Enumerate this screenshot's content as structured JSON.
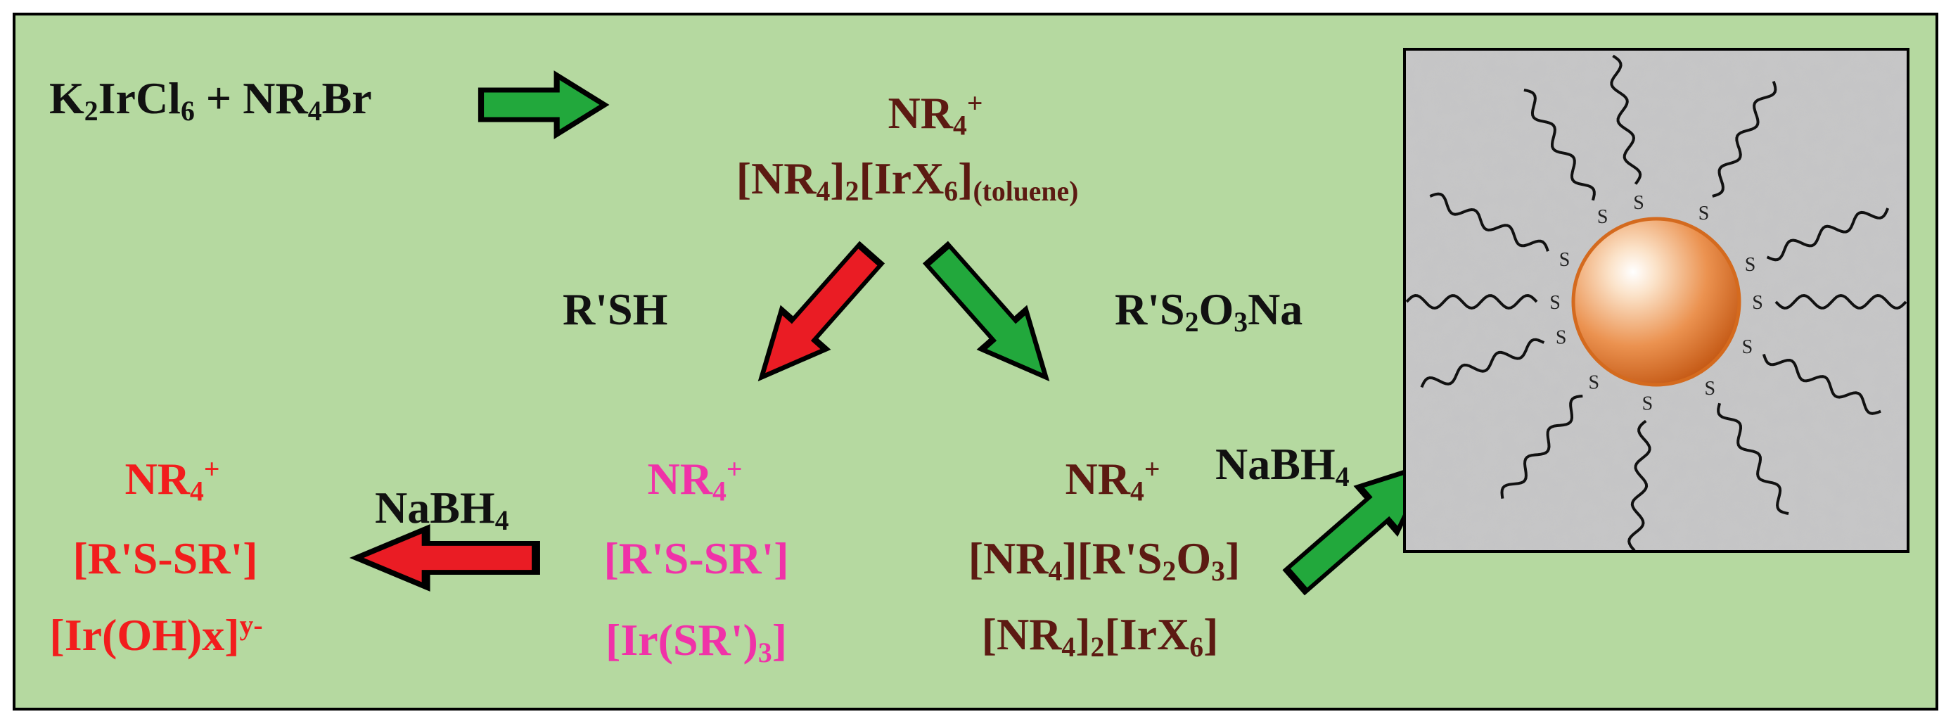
{
  "colors": {
    "background": "#b5d9a0",
    "arrow_green": "#22a83c",
    "arrow_red": "#ea1c24",
    "text_dark": "#111111",
    "text_brown": "#5c1a12",
    "text_red": "#f21d1d",
    "text_magenta": "#f032a8",
    "nanoparticle": "#e8812f"
  },
  "reactants": {
    "k2": "K",
    "k2_sub": "2",
    "ir": "IrCl",
    "cl_sub": "6",
    "plus_nr": " + NR",
    "nr_sub": "4",
    "br": "Br"
  },
  "intermediate": {
    "cation": "NR",
    "cation_sub": "4",
    "cation_sup": "+",
    "salt_a": "[NR",
    "salt_a_sub": "4",
    "salt_b": "]",
    "salt_b_sub": "2",
    "salt_c": "[IrX",
    "salt_c_sub": "6",
    "salt_d": "]",
    "phase_sub": "(toluene)"
  },
  "reagents": {
    "thiol": "R'SH",
    "thiosulfate_a": "R'S",
    "thiosulfate_sub1": "2",
    "thiosulfate_b": "O",
    "thiosulfate_sub2": "3",
    "thiosulfate_c": "Na",
    "reductant": "NaBH",
    "reductant_sub": "4"
  },
  "thiol_product": {
    "cation": "NR",
    "cation_sub": "4",
    "cation_sup": "+",
    "disulfide": "[R'S-SR']",
    "complex_a": "[Ir(SR')",
    "complex_sub": "3",
    "complex_b": "]"
  },
  "thiosulfate_product": {
    "cation": "NR",
    "cation_sub": "4",
    "cation_sup": "+",
    "line2_a": "[NR",
    "line2_sub1": "4",
    "line2_b": "][R'S",
    "line2_sub2": "2",
    "line2_c": "O",
    "line2_sub3": "3",
    "line2_d": "]",
    "line3_a": "[NR",
    "line3_sub1": "4",
    "line3_b": "]",
    "line3_sub2": "2",
    "line3_c": "[IrX",
    "line3_sub3": "6",
    "line3_d": "]"
  },
  "side_product": {
    "cation": "NR",
    "cation_sub": "4",
    "cation_sup": "+",
    "disulfide": "[R'S-SR']",
    "hydroxide": "[Ir(OH)x]",
    "hydroxide_sup": "y-"
  },
  "nanoparticle": {
    "ligand_label": "S"
  }
}
